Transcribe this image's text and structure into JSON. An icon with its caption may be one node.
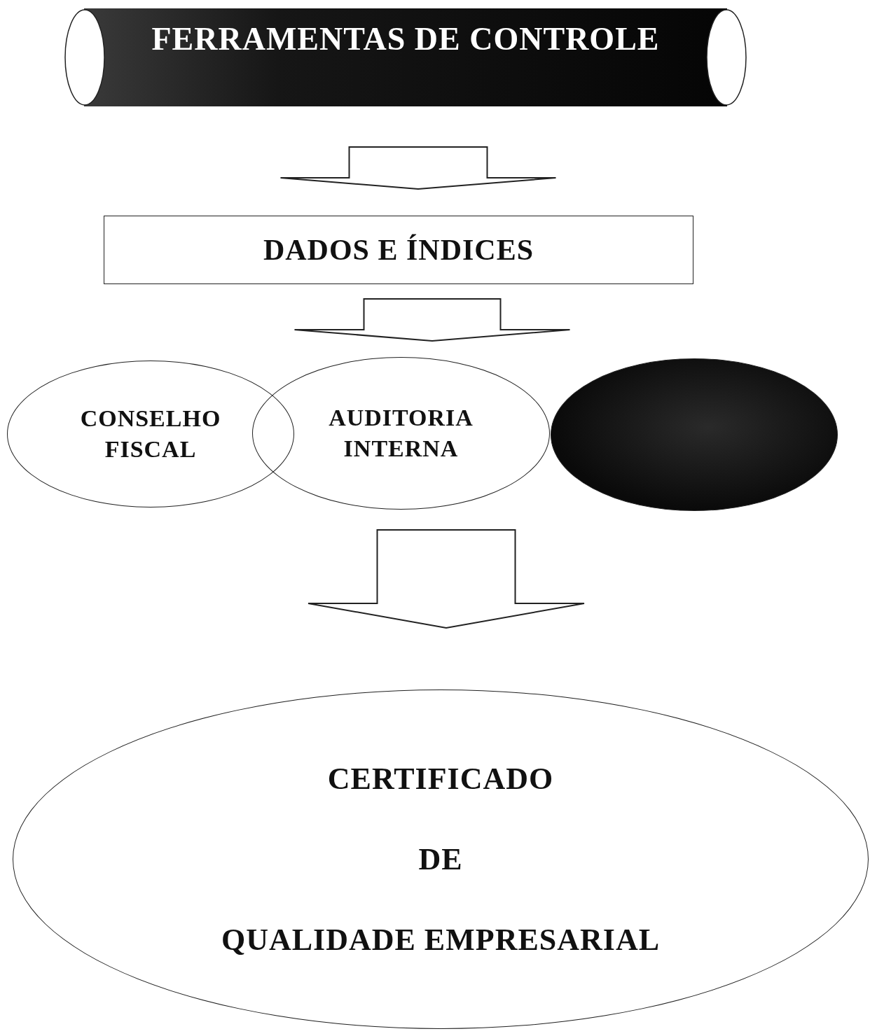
{
  "diagram": {
    "nodes": [
      {
        "text": [
          "FERRAMENTAS DE CONTROLE"
        ]
      },
      {
        "text": [
          "DADOS E ÍNDICES"
        ]
      },
      {
        "text": [
          "CONSELHO FISCAL"
        ]
      },
      {
        "text": [
          "AUDITORIA INTERNA"
        ]
      },
      {
        "text": [],
        "shape": "ellipse"
      },
      {
        "text": [
          "CERTIFICADO",
          "DE",
          "QUALIDADE EMPRESARIAL"
        ]
      }
    ],
    "edges": [
      {
        "from": 0,
        "to": 1,
        "arrow": "to"
      },
      {
        "from": 1,
        "to": 3,
        "arrow": "to"
      },
      {
        "from": 3,
        "to": 5,
        "arrow": "to"
      }
    ]
  }
}
